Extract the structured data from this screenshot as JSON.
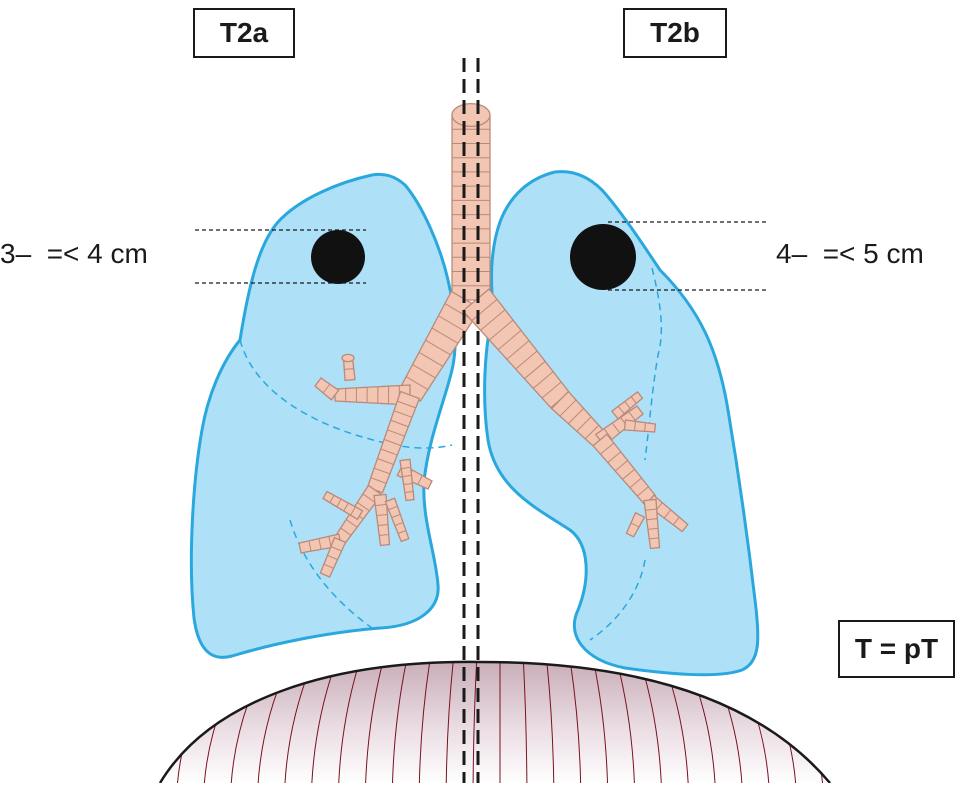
{
  "labels": {
    "left_stage": "T2a",
    "right_stage": "T2b",
    "left_size": "3–  =< 4 cm",
    "right_size": "4–  =< 5 cm",
    "legend": "T = pT"
  },
  "colors": {
    "lung_fill": "#aee0f7",
    "lung_outline": "#2aa8dd",
    "airway_fill": "#f2c6b2",
    "airway_outline": "#b98a7a",
    "tumor": "#111111",
    "diaphragm_top": "#c8b3bc",
    "diaphragm_lines": "#7a1020",
    "line": "#1a1a1a"
  }
}
